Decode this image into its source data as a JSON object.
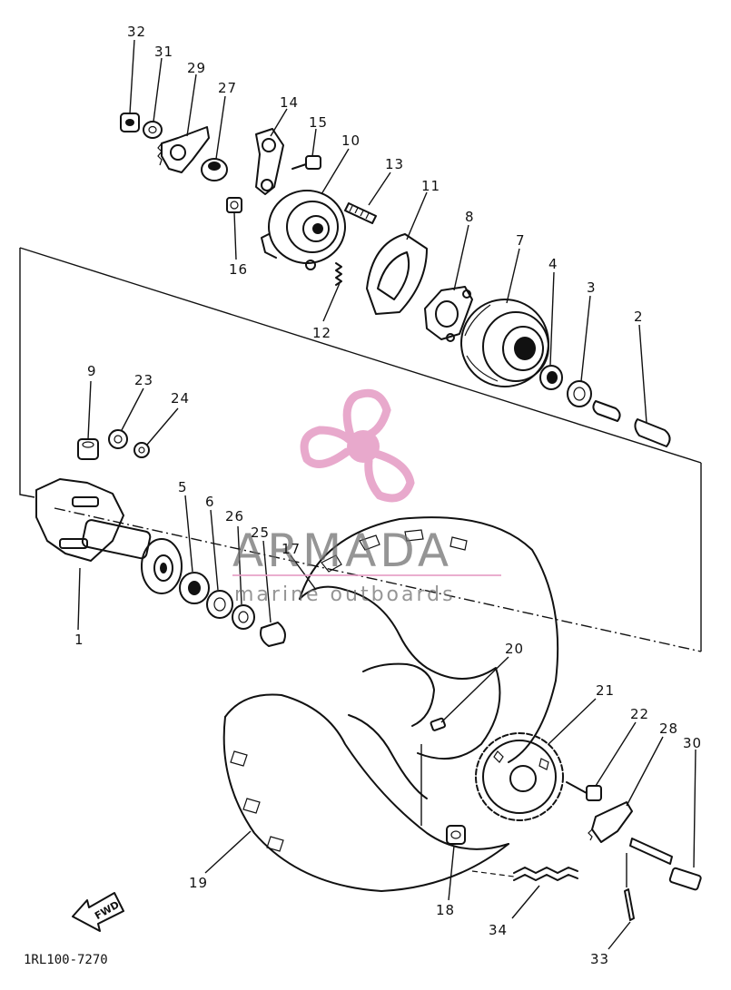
{
  "diagram": {
    "callouts": [
      {
        "id": "32",
        "text": "32"
      },
      {
        "id": "31",
        "text": "31"
      },
      {
        "id": "29",
        "text": "29"
      },
      {
        "id": "27",
        "text": "27"
      },
      {
        "id": "14",
        "text": "14"
      },
      {
        "id": "15",
        "text": "15"
      },
      {
        "id": "10",
        "text": "10"
      },
      {
        "id": "13",
        "text": "13"
      },
      {
        "id": "11",
        "text": "11"
      },
      {
        "id": "16",
        "text": "16"
      },
      {
        "id": "12",
        "text": "12"
      },
      {
        "id": "8",
        "text": "8"
      },
      {
        "id": "7",
        "text": "7"
      },
      {
        "id": "4",
        "text": "4"
      },
      {
        "id": "3",
        "text": "3"
      },
      {
        "id": "2",
        "text": "2"
      },
      {
        "id": "9",
        "text": "9"
      },
      {
        "id": "23",
        "text": "23"
      },
      {
        "id": "24",
        "text": "24"
      },
      {
        "id": "5",
        "text": "5"
      },
      {
        "id": "6",
        "text": "6"
      },
      {
        "id": "26",
        "text": "26"
      },
      {
        "id": "25",
        "text": "25"
      },
      {
        "id": "17",
        "text": "17"
      },
      {
        "id": "1",
        "text": "1"
      },
      {
        "id": "20",
        "text": "20"
      },
      {
        "id": "21",
        "text": "21"
      },
      {
        "id": "22",
        "text": "22"
      },
      {
        "id": "28",
        "text": "28"
      },
      {
        "id": "30",
        "text": "30"
      },
      {
        "id": "19",
        "text": "19"
      },
      {
        "id": "18",
        "text": "18"
      },
      {
        "id": "34",
        "text": "34"
      },
      {
        "id": "33",
        "text": "33"
      }
    ],
    "fwd_label": "FWD",
    "diagram_code": "1RL100-7270"
  },
  "watermark": {
    "brand": "ARMADA",
    "tagline": "marine outboards",
    "logo_color": "#e59bc4",
    "text_color": "#6d6d6d"
  }
}
